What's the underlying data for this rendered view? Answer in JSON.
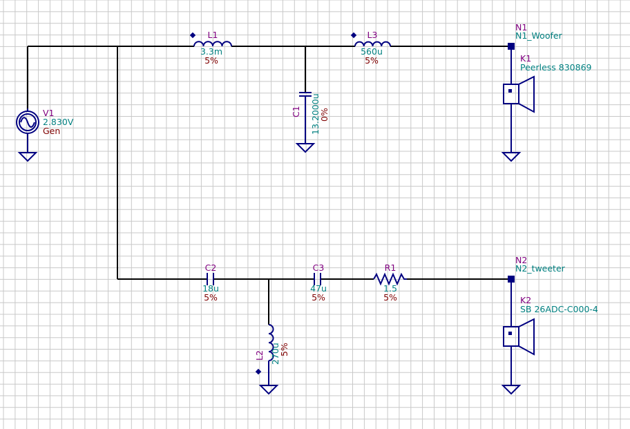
{
  "colors": {
    "background": "#ffffff",
    "grid": "#c8c8c8",
    "wire": "#000000",
    "component": "#000080",
    "designator": "#800080",
    "value": "#008080",
    "tolerance": "#800000"
  },
  "components": {
    "V1": {
      "name": "V1",
      "value": "2.830V",
      "extra": "Gen"
    },
    "L1": {
      "name": "L1",
      "value": "3.3m",
      "tol": "5%"
    },
    "L3": {
      "name": "L3",
      "value": "560u",
      "tol": "5%"
    },
    "C1": {
      "name": "C1",
      "value": "13.2000u",
      "tol": "0%"
    },
    "C2": {
      "name": "C2",
      "value": "18u",
      "tol": "5%"
    },
    "C3": {
      "name": "C3",
      "value": "47u",
      "tol": "5%"
    },
    "R1": {
      "name": "R1",
      "value": "1.5",
      "tol": "5%"
    },
    "L2": {
      "name": "L2",
      "value": "270u",
      "tol": "5%"
    },
    "K1": {
      "name": "K1",
      "model": "Peerless 830869"
    },
    "K2": {
      "name": "K2",
      "model": "SB 26ADC-C000-4"
    }
  },
  "nodes": {
    "N1": {
      "name": "N1",
      "label": "N1_Woofer"
    },
    "N2": {
      "name": "N2",
      "label": "N2_tweeter"
    }
  }
}
